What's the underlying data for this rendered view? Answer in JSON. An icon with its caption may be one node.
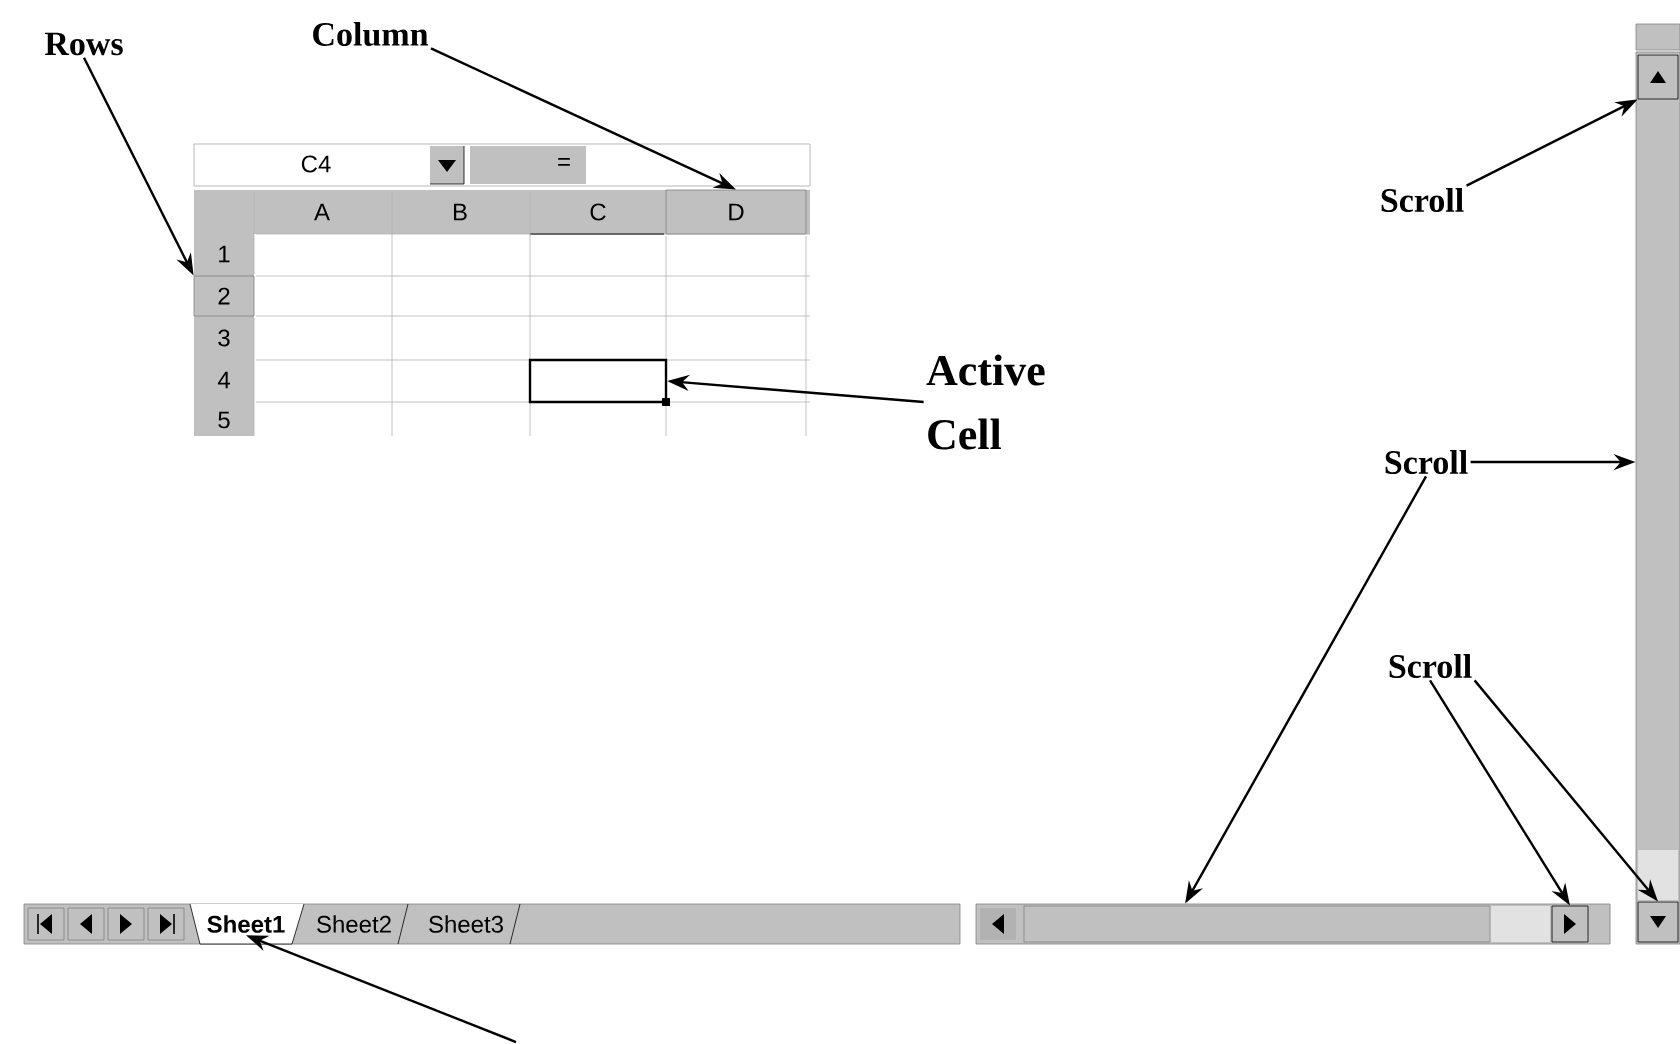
{
  "diagram": {
    "nodes": [
      {
        "text": [
          "Rows"
        ]
      },
      {
        "text": [
          "Column"
        ]
      },
      {
        "text": [
          "Active Cell"
        ]
      },
      {
        "text": [
          "Scroll"
        ]
      },
      {
        "text": [
          "Scroll"
        ]
      },
      {
        "text": [
          "Scroll"
        ]
      },
      {
        "text": [
          "2"
        ]
      },
      {
        "text": [
          "D"
        ]
      },
      {
        "text": [],
        "shape": "box"
      },
      {
        "text": [],
        "shape": "box"
      },
      {
        "text": [],
        "shape": "box",
        "in": 9
      },
      {
        "text": [],
        "shape": "box"
      },
      {
        "text": [],
        "shape": "box",
        "in": 11
      },
      {
        "text": [],
        "shape": "box",
        "in": 9
      },
      {
        "text": [
          "Sheet1"
        ]
      }
    ],
    "edges": [
      {
        "from": 0,
        "to": 6,
        "arrow": "to"
      },
      {
        "from": 1,
        "to": 7,
        "arrow": "to"
      },
      {
        "from": 2,
        "to": 8,
        "arrow": "to"
      },
      {
        "from": 3,
        "to": 10,
        "arrow": "to"
      },
      {
        "from": 4,
        "to": 9,
        "arrow": "to"
      },
      {
        "from": 4,
        "to": 11,
        "arrow": "to"
      },
      {
        "from": 5,
        "to": 12,
        "arrow": "to"
      },
      {
        "from": 5,
        "to": 13,
        "arrow": "to"
      },
      {
        "from": null,
        "to": 14,
        "arrow": "to"
      }
    ],
    "labels": [
      "C4",
      "=",
      "A",
      "B",
      "C",
      "1",
      "3",
      "4",
      "5",
      "Sheet2",
      "Sheet3"
    ]
  }
}
